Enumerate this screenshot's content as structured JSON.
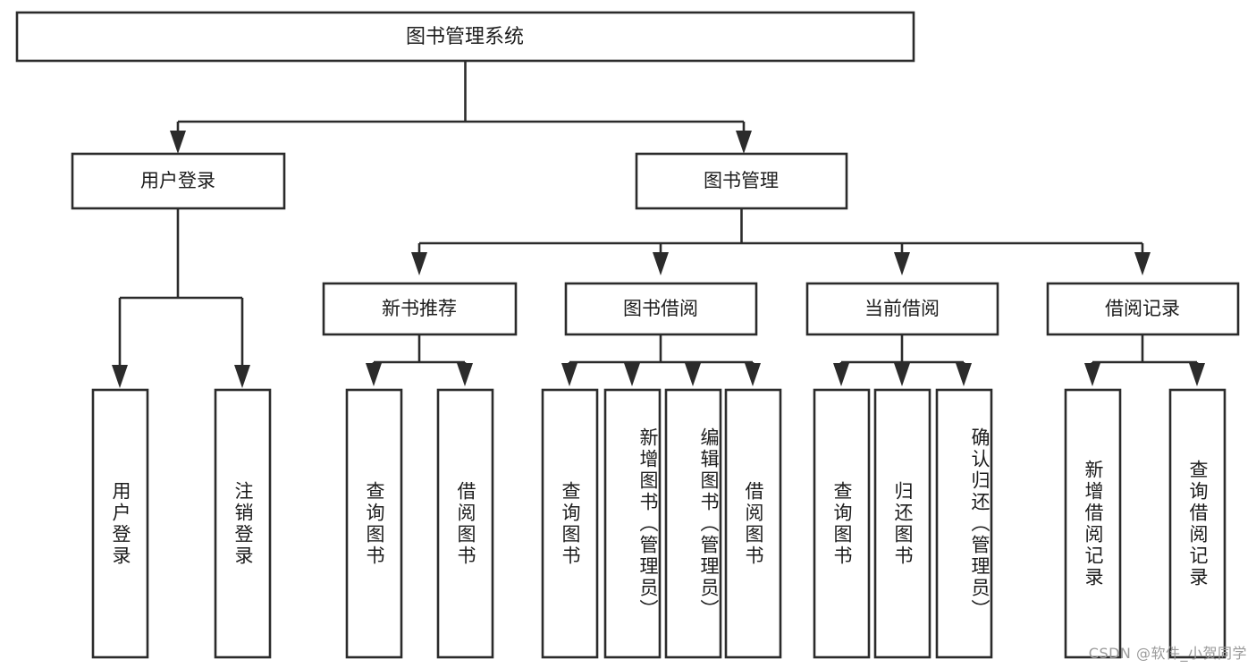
{
  "diagram": {
    "title": "图书管理系统",
    "type": "tree-hierarchy",
    "watermark": "CSDN @软件_小贺同学",
    "colors": {
      "background": "#ffffff",
      "box_fill": "#ffffff",
      "box_stroke": "#2b2b2b",
      "text": "#1c1c1c",
      "watermark": "#9a9a9a"
    },
    "root": {
      "label": "图书管理系统",
      "orientation": "horizontal"
    },
    "level2": [
      {
        "id": "user-login",
        "label": "用户登录",
        "orientation": "horizontal"
      },
      {
        "id": "book-manage",
        "label": "图书管理",
        "orientation": "horizontal"
      }
    ],
    "level3": [
      {
        "id": "new-book-recommend",
        "label": "新书推荐",
        "orientation": "horizontal",
        "parent": "book-manage"
      },
      {
        "id": "book-borrow",
        "label": "图书借阅",
        "orientation": "horizontal",
        "parent": "book-manage"
      },
      {
        "id": "current-borrow",
        "label": "当前借阅",
        "orientation": "horizontal",
        "parent": "book-manage"
      },
      {
        "id": "borrow-record",
        "label": "借阅记录",
        "orientation": "horizontal",
        "parent": "book-manage"
      }
    ],
    "leaves": [
      {
        "id": "leaf-user-login",
        "label": "用户登录",
        "parent": "user-login",
        "orientation": "vertical"
      },
      {
        "id": "leaf-logout-login",
        "label": "注销登录",
        "parent": "user-login",
        "orientation": "vertical"
      },
      {
        "id": "leaf-query-book-1",
        "label": "查询图书",
        "parent": "new-book-recommend",
        "orientation": "vertical"
      },
      {
        "id": "leaf-borrow-book-1",
        "label": "借阅图书",
        "parent": "new-book-recommend",
        "orientation": "vertical"
      },
      {
        "id": "leaf-query-book-2",
        "label": "查询图书",
        "parent": "book-borrow",
        "orientation": "vertical"
      },
      {
        "id": "leaf-add-book",
        "label": "新增图书（管理员）",
        "parent": "book-borrow",
        "orientation": "vertical"
      },
      {
        "id": "leaf-edit-book",
        "label": "编辑图书（管理员）",
        "parent": "book-borrow",
        "orientation": "vertical"
      },
      {
        "id": "leaf-borrow-book-2",
        "label": "借阅图书",
        "parent": "book-borrow",
        "orientation": "vertical"
      },
      {
        "id": "leaf-query-book-3",
        "label": "查询图书",
        "parent": "current-borrow",
        "orientation": "vertical"
      },
      {
        "id": "leaf-return-book",
        "label": "归还图书",
        "parent": "current-borrow",
        "orientation": "vertical"
      },
      {
        "id": "leaf-confirm-return",
        "label": "确认归还（管理员）",
        "parent": "current-borrow",
        "orientation": "vertical"
      },
      {
        "id": "leaf-add-record",
        "label": "新增借阅记录",
        "parent": "borrow-record",
        "orientation": "vertical"
      },
      {
        "id": "leaf-query-record",
        "label": "查询借阅记录",
        "parent": "borrow-record",
        "orientation": "vertical"
      }
    ]
  }
}
